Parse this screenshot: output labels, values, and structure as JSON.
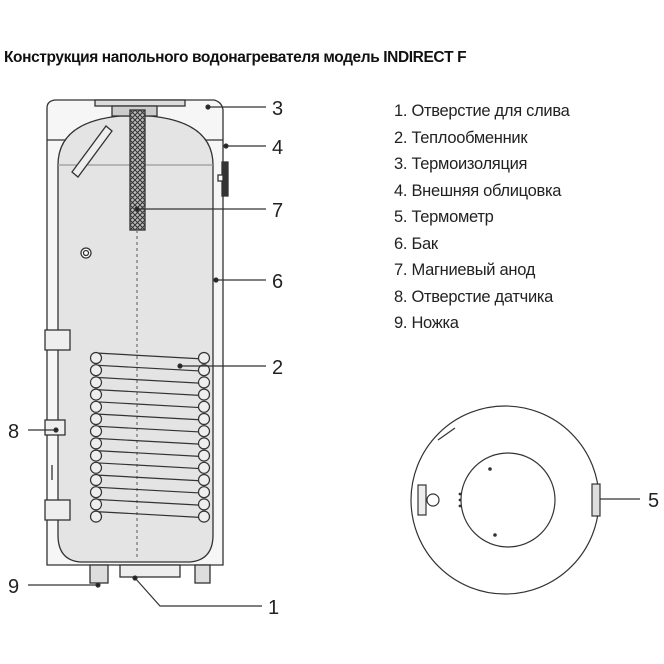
{
  "title": "Конструкция напольного водонагревателя модель INDIRECT F",
  "legend": [
    "1. Отверстие для слива",
    "2. Теплообменник",
    "3. Термоизоляция",
    "4. Внешняя облицовка",
    "5. Термометр",
    "6. Бак",
    "7. Магниевый анод",
    "8. Отверстие датчика",
    "9. Ножка"
  ],
  "callouts": {
    "c1": "1",
    "c2": "2",
    "c3": "3",
    "c4": "4",
    "c5": "5",
    "c6": "6",
    "c7": "7",
    "c8": "8",
    "c9": "9"
  },
  "colors": {
    "line": "#333333",
    "tank": "#e6e6e6",
    "casing": "#f4f4f4"
  }
}
